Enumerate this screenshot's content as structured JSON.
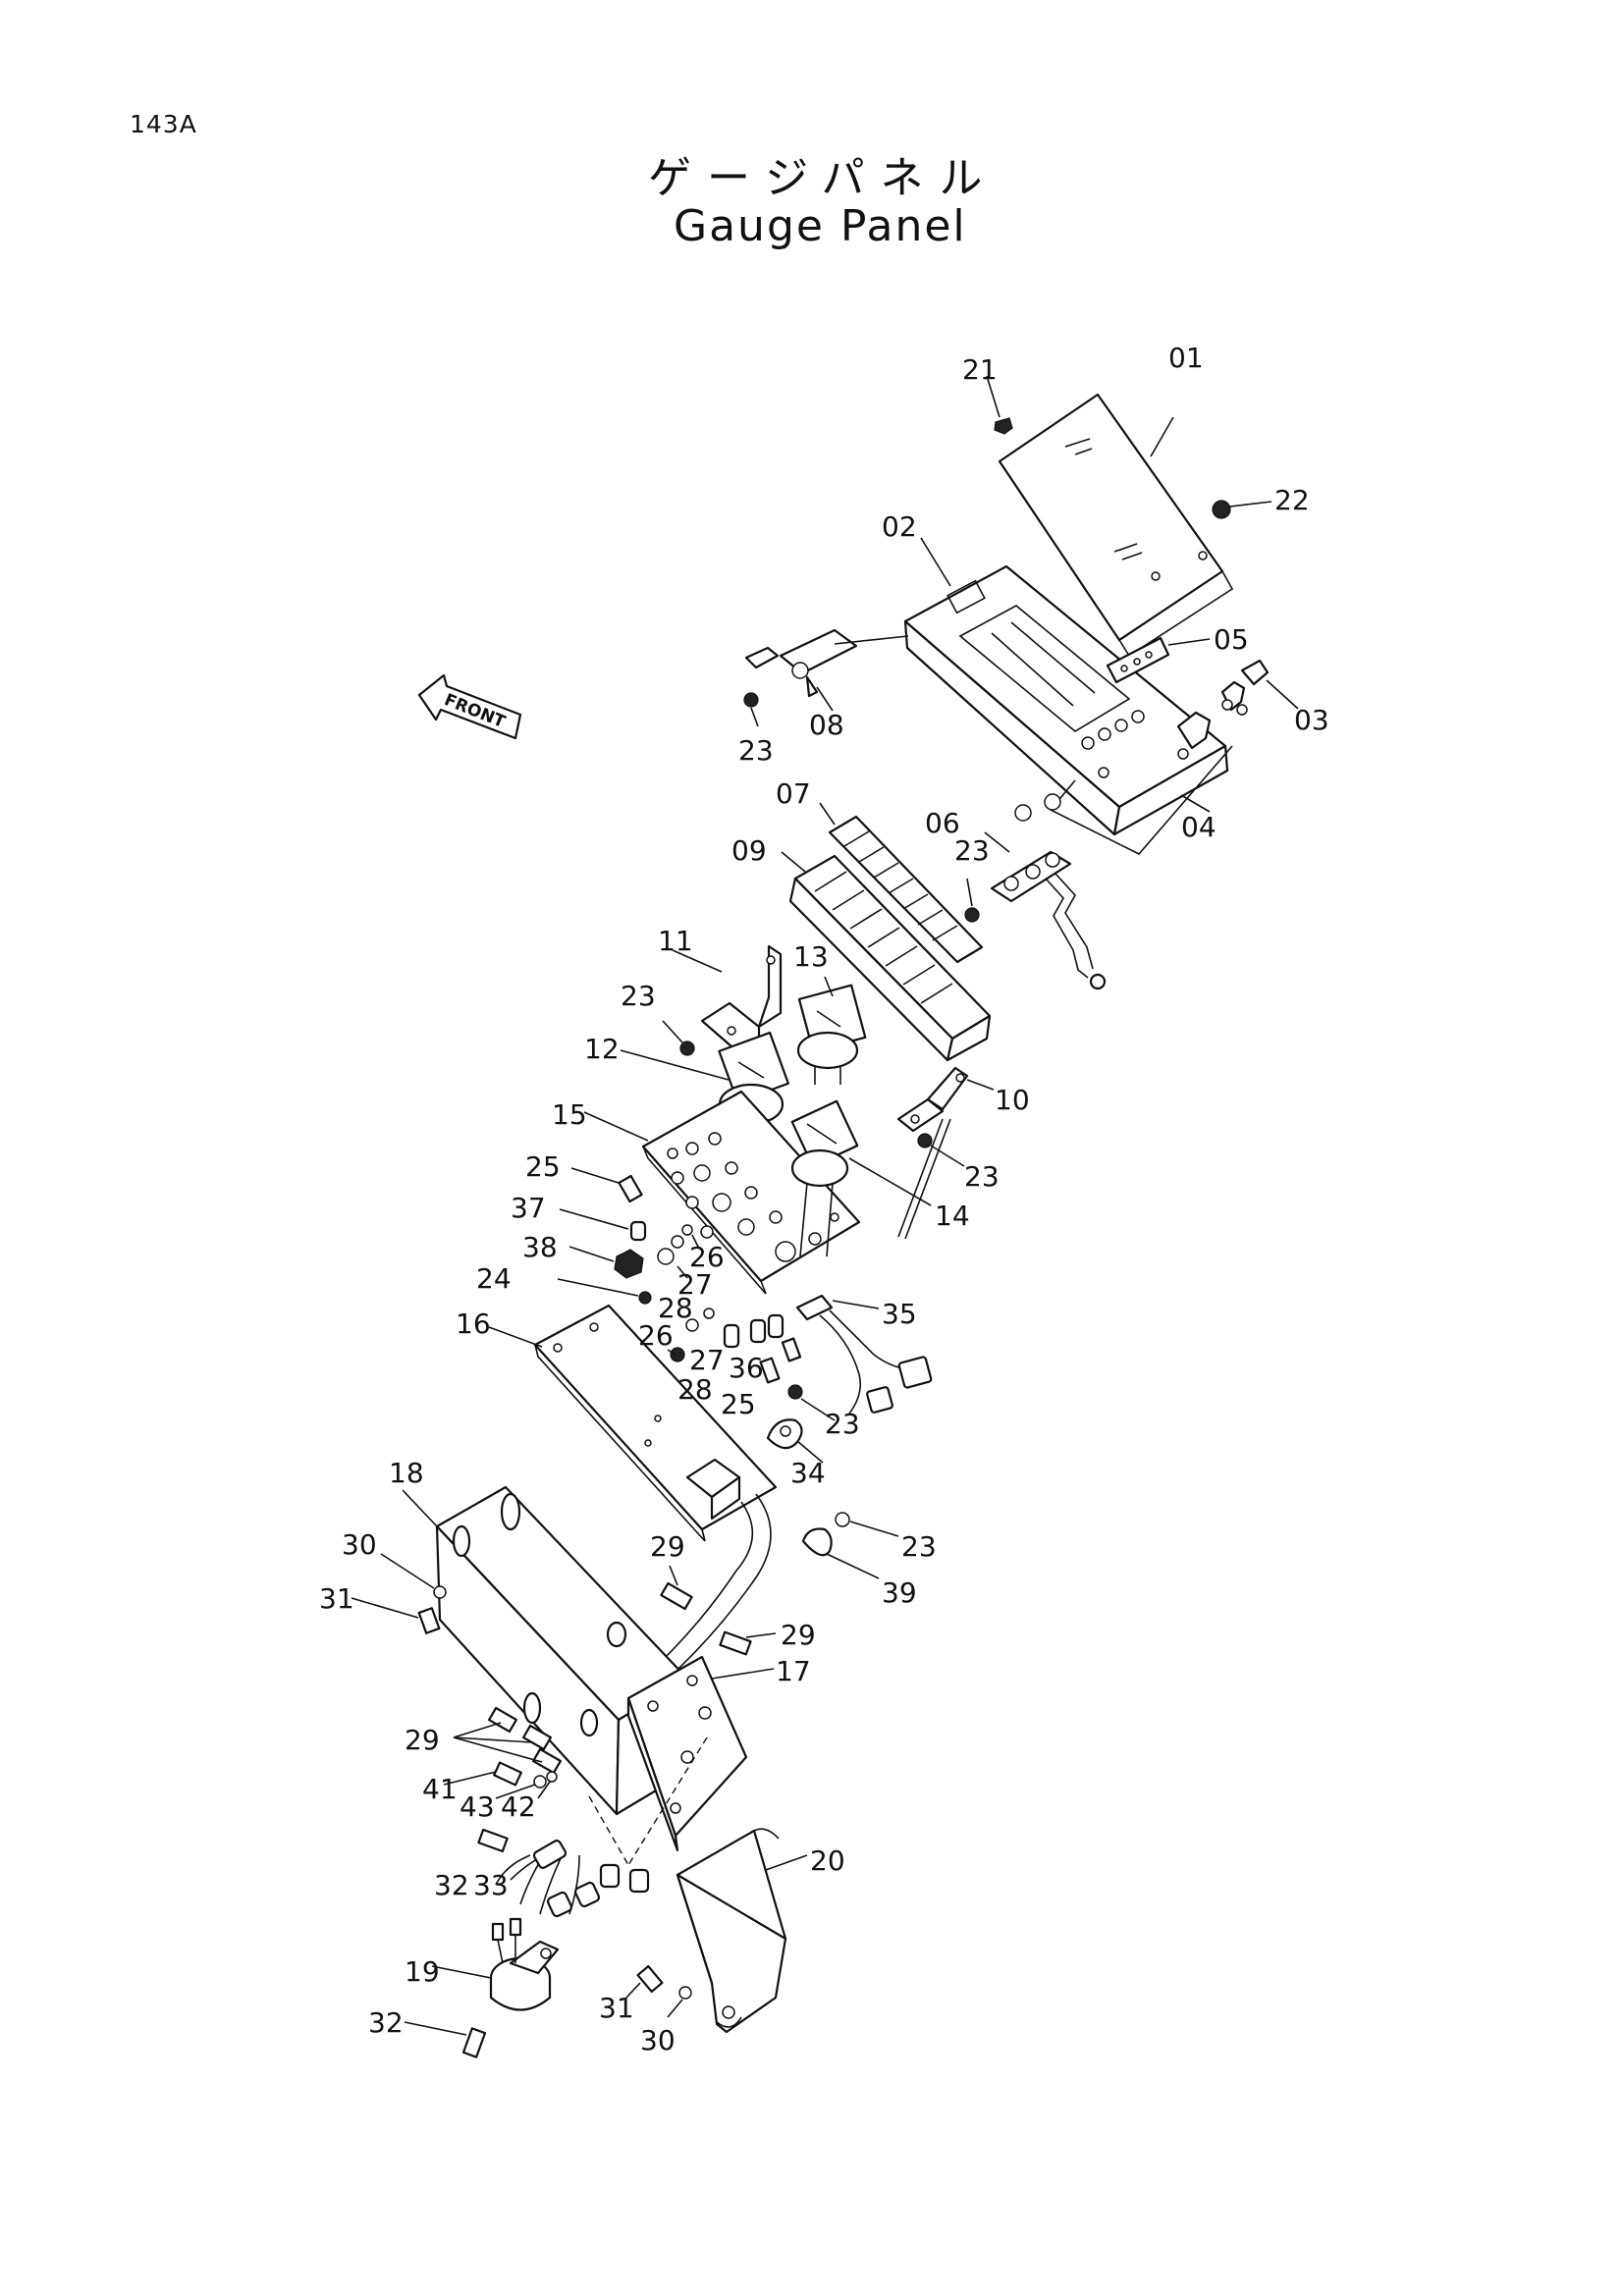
{
  "page_number": "143A",
  "title_jp": "ゲージパネル",
  "title_en": "Gauge Panel",
  "front_label": "FRONT",
  "callouts": {
    "c01": "01",
    "c02": "02",
    "c03": "03",
    "c04": "04",
    "c05": "05",
    "c06": "06",
    "c07": "07",
    "c08": "08",
    "c09": "09",
    "c10": "10",
    "c11": "11",
    "c12": "12",
    "c13": "13",
    "c14": "14",
    "c15": "15",
    "c16": "16",
    "c17": "17",
    "c18": "18",
    "c19": "19",
    "c20": "20",
    "c21": "21",
    "c22": "22",
    "c23a": "23",
    "c23b": "23",
    "c23c": "23",
    "c23d": "23",
    "c23e": "23",
    "c23f": "23",
    "c24": "24",
    "c25a": "25",
    "c25b": "25",
    "c26a": "26",
    "c26b": "26",
    "c27a": "27",
    "c27b": "27",
    "c28a": "28",
    "c28b": "28",
    "c29a": "29",
    "c29b": "29",
    "c29c": "29",
    "c30a": "30",
    "c30b": "30",
    "c31a": "31",
    "c31b": "31",
    "c32a": "32",
    "c32b": "32",
    "c33": "33",
    "c34": "34",
    "c35": "35",
    "c36": "36",
    "c37": "37",
    "c38": "38",
    "c39": "39",
    "c41": "41",
    "c42": "42",
    "c43": "43"
  }
}
